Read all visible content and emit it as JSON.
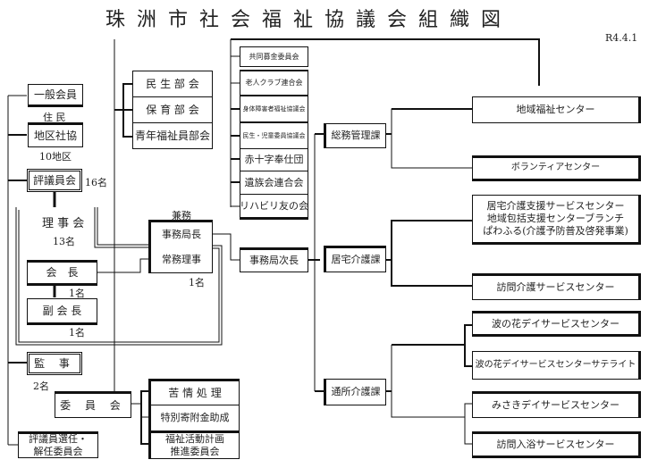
{
  "title": "珠洲市社会福祉協議会組織図",
  "date": "R4.4.1",
  "left": {
    "general_member": "一般会員",
    "residents": "住 民",
    "district": "地区社協",
    "district_count": "10地区",
    "councilors": "評議員会",
    "councilors_count": "16名",
    "board": "理 事 会",
    "board_count": "13名",
    "chair": "会　長",
    "chair_count": "1名",
    "vice_chair": "副 会 長",
    "vice_chair_count": "1名",
    "auditor": "監 事",
    "auditor_count": "2名",
    "selection_committee_line1": "評議員選任・",
    "selection_committee_line2": "解任委員会"
  },
  "departments": [
    "民 生 部 会",
    "保 育 部 会",
    "青年福祉員部会"
  ],
  "secretariat": {
    "concurrent": "兼務",
    "director": "事務局長",
    "executive": "常務理事",
    "count": "1名",
    "deputy": "事務局次長"
  },
  "committee": {
    "label": "委 員 会",
    "items": [
      "苦 情 処 理",
      "特別寄附金助成"
    ],
    "plan_line1": "福祉活動計画",
    "plan_line2": "推進委員会"
  },
  "affiliated": [
    "共同募金委員会",
    "老人クラブ連合会",
    "身体障害者福祉協議会",
    "民生・児童委員協議会",
    "赤十字奉仕団",
    "遺族会連合会",
    "リハビリ友の会"
  ],
  "sections": {
    "general_affairs": "総務管理課",
    "home_care": "居宅介護課",
    "day_care": "通所介護課"
  },
  "centers": {
    "community": "地域福祉センター",
    "volunteer": "ボランティアセンター",
    "home_support_line1": "居宅介護支援サービスセンター",
    "home_support_line2": "地域包括支援センターブランチ",
    "home_support_line3": "ぱわふる(介護予防普及啓発事業)",
    "visiting_care": "訪問介護サービスセンター",
    "namino_day": "波の花デイサービスセンター",
    "namino_satellite": "波の花デイサービスセンターサテライト",
    "misaki_day": "みさきデイサービスセンター",
    "bath": "訪問入浴サービスセンター"
  }
}
